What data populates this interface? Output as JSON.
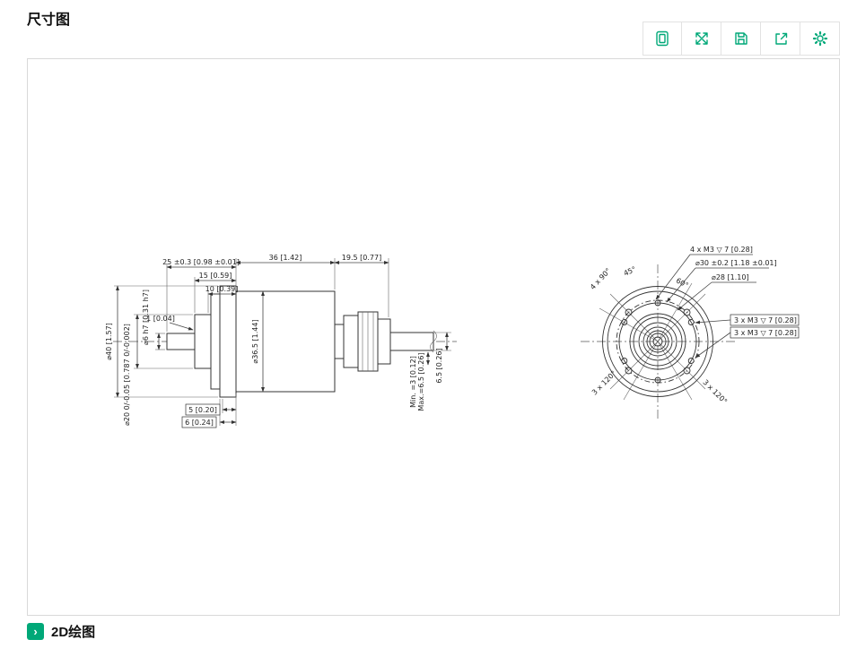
{
  "page": {
    "title": "尺寸图",
    "footer_section": "2D绘图"
  },
  "colors": {
    "accent": "#00a878",
    "panel_border": "#d9d9d9",
    "line": "#333333"
  },
  "toolbar": {
    "icons": [
      {
        "name": "device-preview-icon"
      },
      {
        "name": "fullscreen-icon"
      },
      {
        "name": "save-icon"
      },
      {
        "name": "share-icon"
      },
      {
        "name": "settings-icon"
      }
    ]
  },
  "drawing": {
    "side_view": {
      "dim_25": "25 ±0.3 [0.98 ±0.01]",
      "dim_15": "15 [0.59]",
      "dim_10": "10 [0.39]",
      "dim_1": "1 [0.04]",
      "dim_shaft": "⌀6 h7 [0.31 h7]",
      "dim_40": "⌀40 [1.57]",
      "dim_20": "⌀20 0/-0.05 [0.787 0/-0.002]",
      "dim_36": "36 [1.42]",
      "dim_19_5": "19.5 [0.77]",
      "dim_36_5": "⌀36.5 [1.44]",
      "dim_min": "Min. =3 [0.12]",
      "dim_max": "Max.=6.5 [0.26]",
      "dim_cable": "6.5 [0.26]",
      "dim_5": "5 [0.20]",
      "dim_6": "6 [0.24]"
    },
    "front_view": {
      "label_4xm3": "4 x M3 ▽ 7 [0.28]",
      "label_d30": "⌀30 ±0.2 [1.18 ±0.01]",
      "label_d28": "⌀28 [1.10]",
      "label_3xm3_a": "3 x M3 ▽ 7 [0.28]",
      "label_3xm3_b": "3 x M3 ▽ 7 [0.28]",
      "angle_4x90": "4 x 90°",
      "angle_45": "45°",
      "angle_60": "60°",
      "angle_3x120_left": "3 x 120°",
      "angle_3x120_right": "3 x 120°"
    }
  }
}
